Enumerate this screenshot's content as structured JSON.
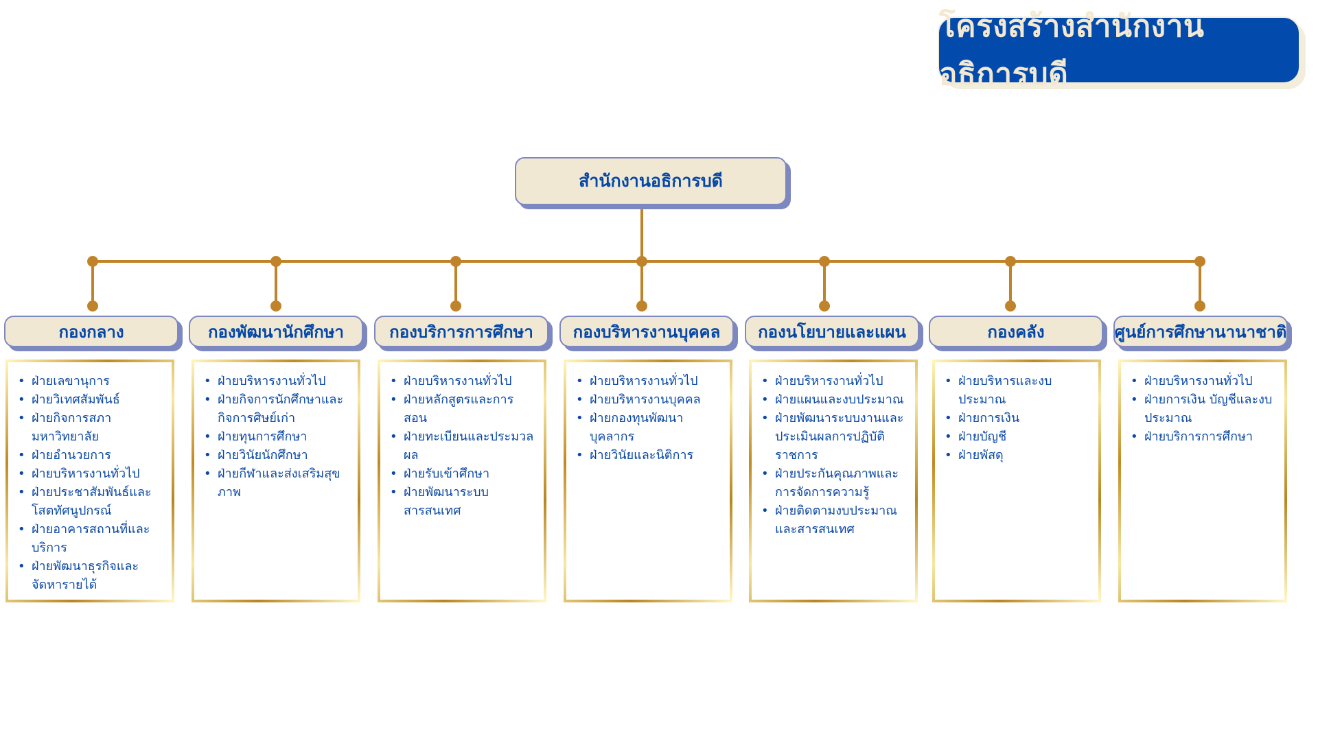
{
  "title": "โครงสร้างสำนักงานอธิการบดี",
  "root": {
    "label": "สำนักงานอธิการบดี"
  },
  "colors": {
    "title_bg": "#034aad",
    "title_text": "#f3e9d2",
    "node_bg": "#f0e8d3",
    "node_border": "#7d88c1",
    "node_text": "#0547a8",
    "connector": "#c0832a",
    "unit_text": "#0a48a6",
    "unit_frame": "#c69a2f"
  },
  "departments": [
    {
      "label": "กองกลาง",
      "units": [
        "ฝ่ายเลขานุการ",
        "ฝ่ายวิเทศสัมพันธ์",
        "ฝ่ายกิจการสภามหาวิทยาลัย",
        "ฝ่ายอำนวยการ",
        "ฝ่ายบริหารงานทั่วไป",
        "ฝ่ายประชาสัมพันธ์และโสตทัศนูปกรณ์",
        "ฝ่ายอาคารสถานที่และบริการ",
        "ฝ่ายพัฒนาธุรกิจและจัดหารายได้"
      ]
    },
    {
      "label": "กองพัฒนานักศึกษา",
      "units": [
        "ฝ่ายบริหารงานทั่วไป",
        "ฝ่ายกิจการนักศึกษาและกิจการศิษย์เก่า",
        "ฝ่ายทุนการศึกษา",
        "ฝ่ายวินัยนักศึกษา",
        "ฝ่ายกีฬาและส่งเสริมสุขภาพ"
      ]
    },
    {
      "label": "กองบริการการศึกษา",
      "units": [
        "ฝ่ายบริหารงานทั่วไป",
        "ฝ่ายหลักสูตรและการสอน",
        "ฝ่ายทะเบียนและประมวลผล",
        "ฝ่ายรับเข้าศึกษา",
        "ฝ่ายพัฒนาระบบสารสนเทศ"
      ]
    },
    {
      "label": "กองบริหารงานบุคคล",
      "units": [
        "ฝ่ายบริหารงานทั่วไป",
        "ฝ่ายบริหารงานบุคคล",
        "ฝ่ายกองทุนพัฒนาบุคลากร",
        "ฝ่ายวินัยและนิติการ"
      ]
    },
    {
      "label": "กองนโยบายและแผน",
      "units": [
        "ฝ่ายบริหารงานทั่วไป",
        "ฝ่ายแผนและงบประมาณ",
        "ฝ่ายพัฒนาระบบงานและประเมินผลการปฏิบัติราชการ",
        "ฝ่ายประกันคุณภาพและการจัดการความรู้",
        "ฝ่ายติดตามงบประมาณและสารสนเทศ"
      ]
    },
    {
      "label": "กองคลัง",
      "units": [
        "ฝ่ายบริหารและงบประมาณ",
        "ฝ่ายการเงิน",
        "ฝ่ายบัญชี",
        "ฝ่ายพัสดุ"
      ]
    },
    {
      "label": "ศูนย์การศึกษานานาชาติ",
      "units": [
        "ฝ่ายบริหารงานทั่วไป",
        "ฝ่ายการเงิน บัญชีและงบประมาณ",
        "ฝ่ายบริการการศึกษา"
      ]
    }
  ]
}
